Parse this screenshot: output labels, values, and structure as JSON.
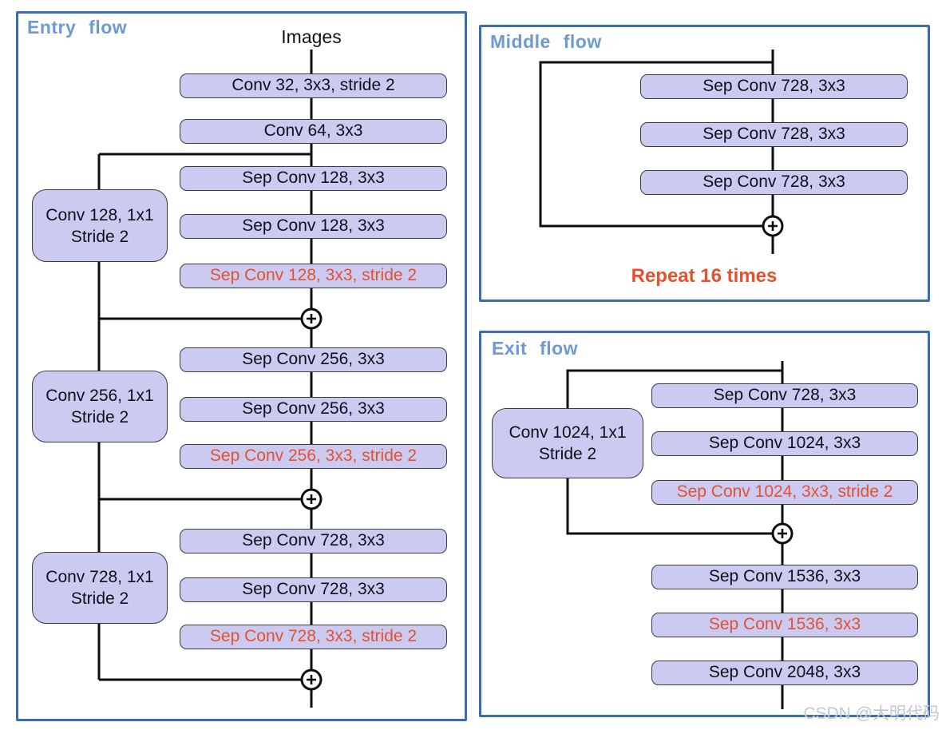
{
  "colors": {
    "panel_border": "#3d6cab",
    "panel_title_blue": "#6d9ad2",
    "box_fill": "#cbcaf1",
    "box_border": "#3a3a44",
    "box_text": "#10101c",
    "accent_red": "#e4512f",
    "line_black": "#0d0d0d",
    "watermark_gray": "#c6c6cf"
  },
  "entry": {
    "title": "Entry flow",
    "input_label": "Images",
    "boxes": [
      {
        "label": "Conv 32, 3x3, stride 2",
        "red": false
      },
      {
        "label": "Conv 64, 3x3",
        "red": false
      },
      {
        "label": "Sep Conv 128, 3x3",
        "red": false
      },
      {
        "label": "Sep Conv 128, 3x3",
        "red": false
      },
      {
        "label": "Sep Conv 128, 3x3, stride 2",
        "red": true
      },
      {
        "label": "Sep Conv 256, 3x3",
        "red": false
      },
      {
        "label": "Sep Conv 256, 3x3",
        "red": false
      },
      {
        "label": "Sep Conv 256, 3x3, stride 2",
        "red": true
      },
      {
        "label": "Sep Conv 728, 3x3",
        "red": false
      },
      {
        "label": "Sep Conv 728, 3x3",
        "red": false
      },
      {
        "label": "Sep Conv 728, 3x3, stride 2",
        "red": true
      }
    ],
    "side_boxes": [
      {
        "line1": "Conv 128, 1x1",
        "line2": "Stride 2"
      },
      {
        "line1": "Conv 256, 1x1",
        "line2": "Stride 2"
      },
      {
        "line1": "Conv 728, 1x1",
        "line2": "Stride 2"
      }
    ]
  },
  "middle": {
    "title": "Middle flow",
    "boxes": [
      {
        "label": "Sep Conv 728, 3x3",
        "red": false
      },
      {
        "label": "Sep Conv 728, 3x3",
        "red": false
      },
      {
        "label": "Sep Conv 728, 3x3",
        "red": false
      }
    ],
    "note": "Repeat 16 times"
  },
  "exit": {
    "title": "Exit flow",
    "boxes": [
      {
        "label": "Sep Conv 728, 3x3",
        "red": false
      },
      {
        "label": "Sep Conv 1024, 3x3",
        "red": false
      },
      {
        "label": "Sep Conv 1024, 3x3, stride 2",
        "red": true
      },
      {
        "label": "Sep Conv 1536, 3x3",
        "red": false
      },
      {
        "label": "Sep Conv 1536, 3x3",
        "red": true
      },
      {
        "label": "Sep Conv 2048, 3x3",
        "red": false
      }
    ],
    "side_box": {
      "line1": "Conv 1024, 1x1",
      "line2": "Stride 2"
    }
  },
  "watermark": "CSDN @大明代码"
}
